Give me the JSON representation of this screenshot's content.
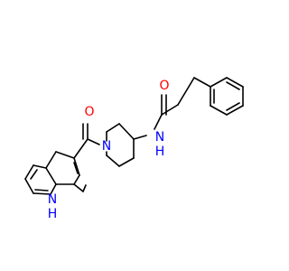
{
  "molecule": {
    "colors": {
      "bond": "#000000",
      "oxygen": "#ff0000",
      "nitrogen": "#0000ff",
      "background": "#ffffff"
    },
    "labels": {
      "carbonyl_oxygen_top": "O",
      "carbonyl_oxygen_left": "O",
      "amide_nitrogen": "N",
      "amide_hydrogen": "H",
      "piperidine_nitrogen": "N",
      "indole_nitrogen": "N",
      "indole_hydrogen": "H"
    }
  }
}
